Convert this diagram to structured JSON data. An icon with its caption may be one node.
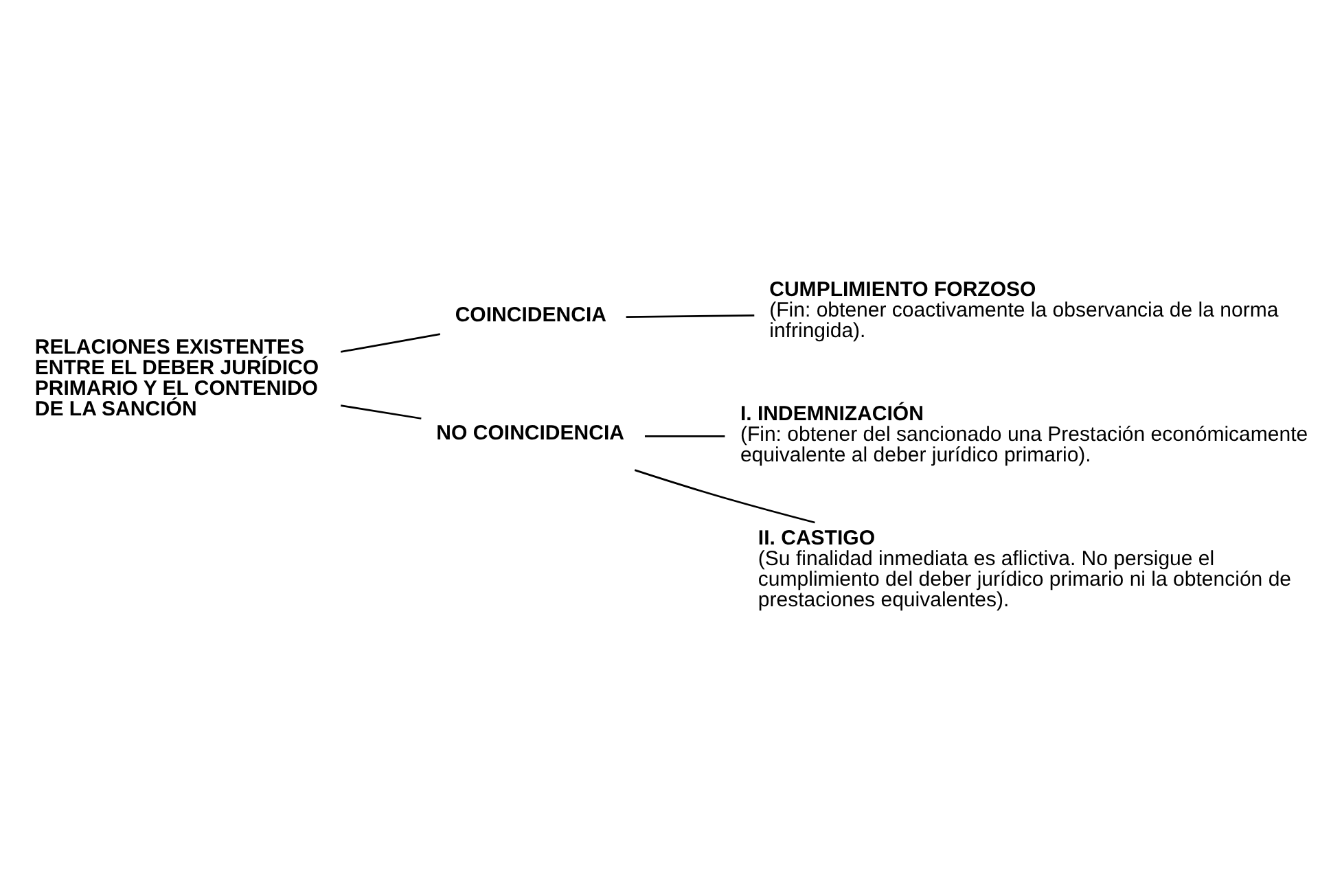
{
  "diagram": {
    "nodes": [
      {
        "text": [
          "RELACIONES EXISTENTES ENTRE EL DEBER JURÍDICO PRIMARIO Y EL CONTENIDO DE LA SANCIÓN"
        ]
      },
      {
        "text": [
          "COINCIDENCIA"
        ]
      },
      {
        "text": [
          "NO COINCIDENCIA"
        ]
      },
      {
        "text": [
          "CUMPLIMIENTO FORZOSO",
          "(Fin: obtener coactivamente la observancia de la norma infringida)."
        ]
      },
      {
        "text": [
          "I. INDEMNIZACIÓN",
          "(Fin: obtener del sancionado una Prestación económicamente equivalente al deber jurídico primario)."
        ]
      },
      {
        "text": [
          "II. CASTIGO",
          "(Su finalidad inmediata es aflictiva. No persigue el cumplimiento del deber jurídico primario ni la obtención de prestaciones equivalentes)."
        ]
      }
    ],
    "edges": [
      {
        "from": 0,
        "to": 1,
        "arrow": "none"
      },
      {
        "from": 0,
        "to": 2,
        "arrow": "none"
      },
      {
        "from": 1,
        "to": 3,
        "arrow": "none"
      },
      {
        "from": 2,
        "to": 4,
        "arrow": "none"
      },
      {
        "from": 2,
        "to": 5,
        "arrow": "none"
      }
    ]
  }
}
